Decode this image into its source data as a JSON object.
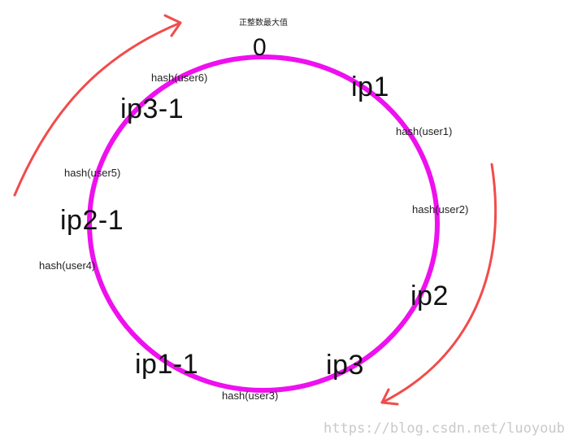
{
  "diagram": {
    "max_label": "正整数最大值",
    "zero_label": "0",
    "nodes": [
      "ip1",
      "ip2",
      "ip3",
      "ip1-1",
      "ip2-1",
      "ip3-1"
    ],
    "hashes": [
      "hash(user1)",
      "hash(user2)",
      "hash(user3)",
      "hash(user4)",
      "hash(user5)",
      "hash(user6)"
    ]
  },
  "watermark": "https://blog.csdn.net/luoyoub",
  "colors": {
    "ring": "#ee10ee",
    "arrow": "#f24b4b"
  }
}
